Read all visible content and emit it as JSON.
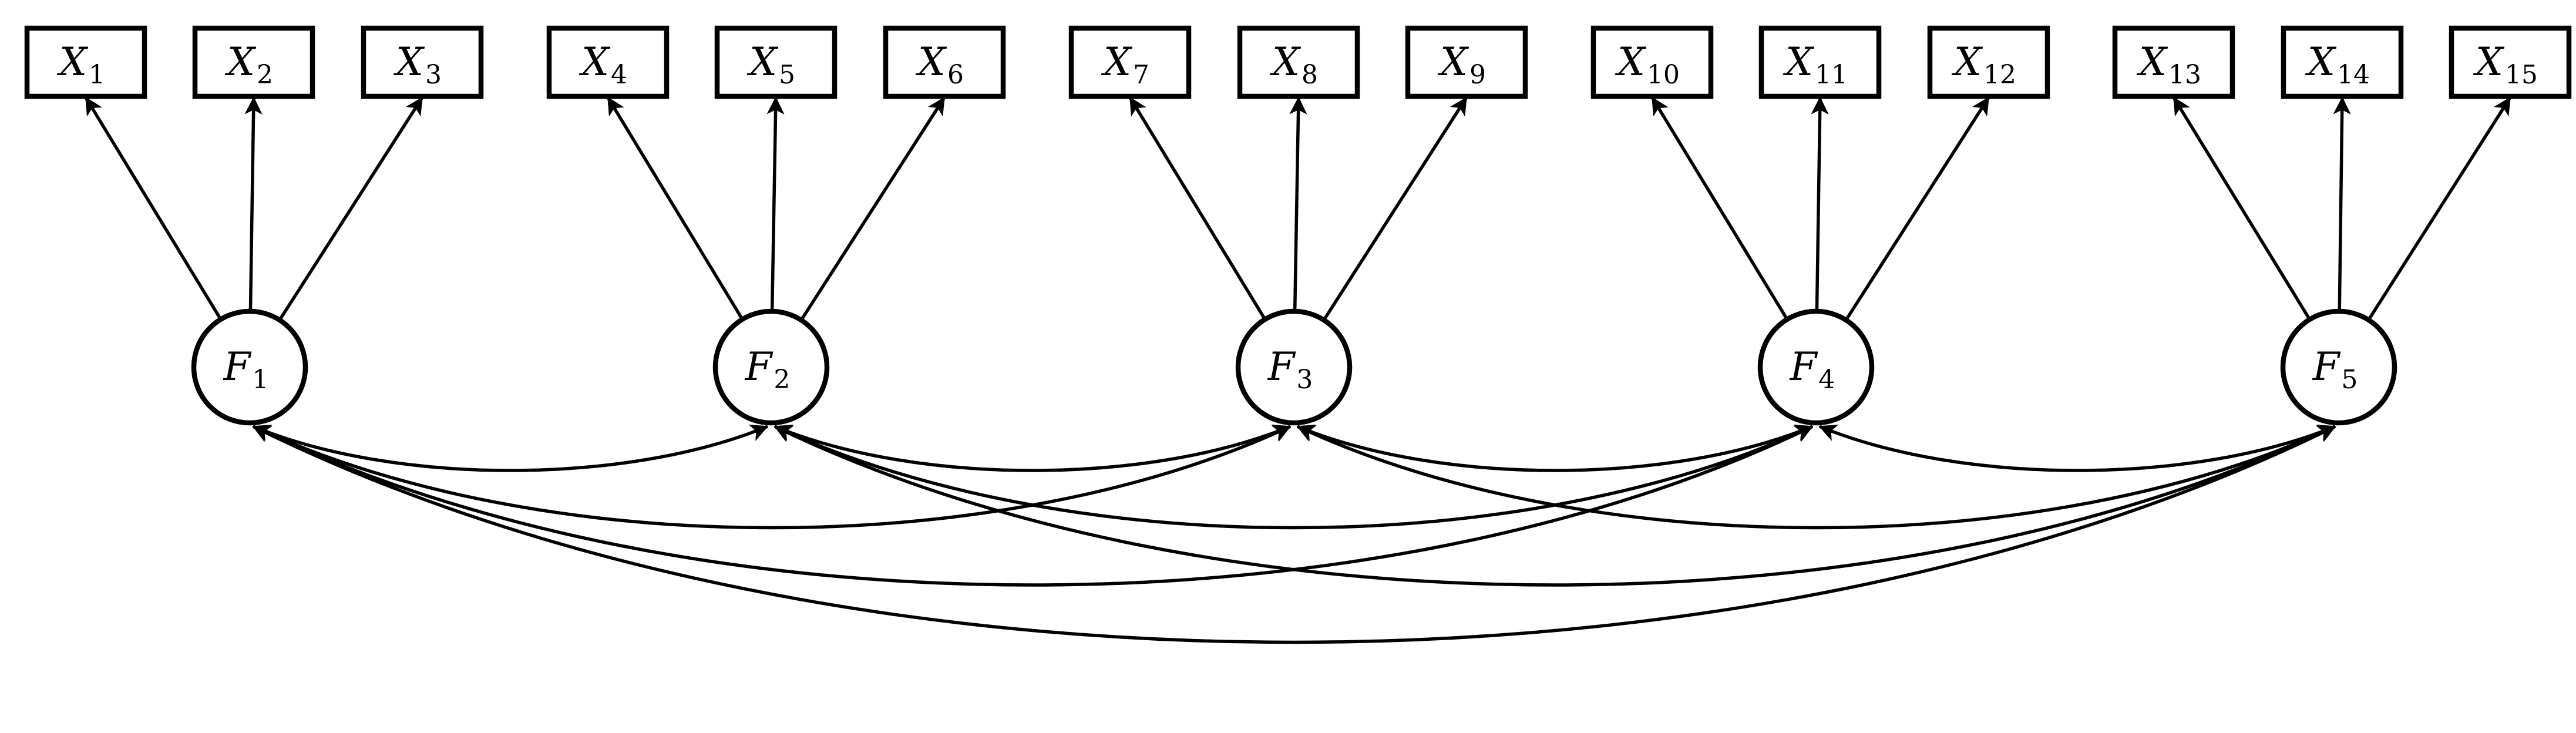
{
  "indicators": [
    {
      "base": "X",
      "sub": "1"
    },
    {
      "base": "X",
      "sub": "2"
    },
    {
      "base": "X",
      "sub": "3"
    },
    {
      "base": "X",
      "sub": "4"
    },
    {
      "base": "X",
      "sub": "5"
    },
    {
      "base": "X",
      "sub": "6"
    },
    {
      "base": "X",
      "sub": "7"
    },
    {
      "base": "X",
      "sub": "8"
    },
    {
      "base": "X",
      "sub": "9"
    },
    {
      "base": "X",
      "sub": "10"
    },
    {
      "base": "X",
      "sub": "11"
    },
    {
      "base": "X",
      "sub": "12"
    },
    {
      "base": "X",
      "sub": "13"
    },
    {
      "base": "X",
      "sub": "14"
    },
    {
      "base": "X",
      "sub": "15"
    }
  ],
  "factors": [
    {
      "base": "F",
      "sub": "1",
      "indicators": [
        0,
        1,
        2
      ]
    },
    {
      "base": "F",
      "sub": "2",
      "indicators": [
        3,
        4,
        5
      ]
    },
    {
      "base": "F",
      "sub": "3",
      "indicators": [
        6,
        7,
        8
      ]
    },
    {
      "base": "F",
      "sub": "4",
      "indicators": [
        9,
        10,
        11
      ]
    },
    {
      "base": "F",
      "sub": "5",
      "indicators": [
        12,
        13,
        14
      ]
    }
  ],
  "covariances": [
    [
      0,
      1
    ],
    [
      0,
      2
    ],
    [
      0,
      3
    ],
    [
      0,
      4
    ],
    [
      1,
      2
    ],
    [
      1,
      3
    ],
    [
      1,
      4
    ],
    [
      2,
      3
    ],
    [
      2,
      4
    ],
    [
      3,
      4
    ]
  ]
}
